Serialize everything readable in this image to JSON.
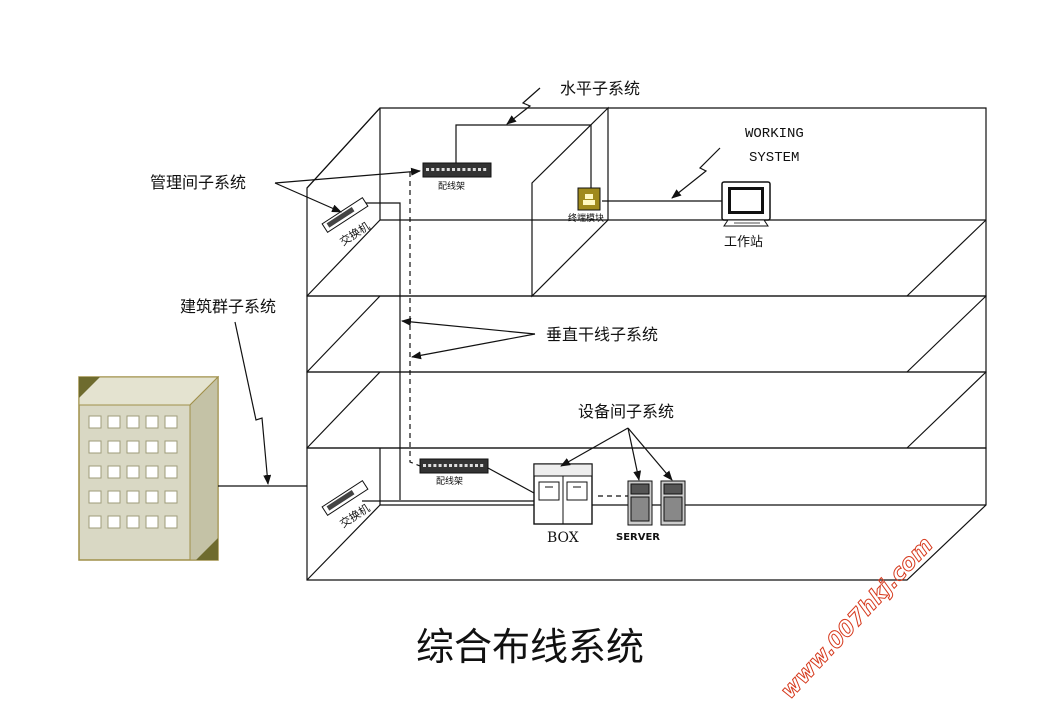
{
  "title": "综合布线系统",
  "labels": {
    "horizontal_subsystem": "水平子系统",
    "working_system_line1": "WORKING",
    "working_system_line2": "SYSTEM",
    "admin_subsystem": "管理间子系统",
    "campus_subsystem": "建筑群子系统",
    "backbone_subsystem": "垂直干线子系统",
    "equipment_subsystem": "设备间子系统",
    "patch_panel_top": "配线架",
    "patch_panel_bottom": "配线架",
    "switch_top": "交换机",
    "switch_bottom": "交换机",
    "terminal_module": "终端模块",
    "workstation": "工作站",
    "box": "BOX",
    "server": "SERVER"
  },
  "watermark": "www.007hkj.com",
  "colors": {
    "line": "#111111",
    "building_face": "#d9d8c4",
    "building_side": "#c4c2a6",
    "building_corner": "#6e6b2e",
    "module_fill": "#a08a1c",
    "watermark": "#d63a1e"
  },
  "icons": [
    "patch-panel-icon",
    "switch-icon",
    "terminal-module-icon",
    "workstation-icon",
    "box-cabinet-icon",
    "server-icon",
    "building-icon"
  ]
}
